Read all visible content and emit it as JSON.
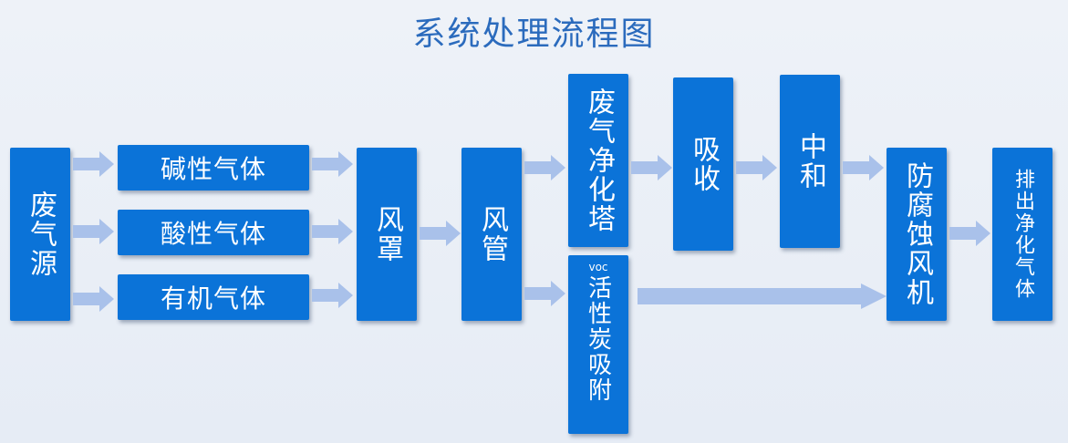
{
  "title": "系统处理流程图",
  "colors": {
    "box": "#0b73d8",
    "arrow": "#a9c1ea",
    "title": "#2b6bbd",
    "background": "#e9eef6"
  },
  "nodes": {
    "source": "废气源",
    "alkaline": "碱性气体",
    "acidic": "酸性气体",
    "organic": "有机气体",
    "hood": "风罩",
    "duct": "风管",
    "tower": "废气净化塔",
    "absorb": "吸收",
    "neutralize": "中和",
    "voc_prefix": "voc",
    "voc_carbon": "活性炭吸附",
    "fan": "防腐蚀风机",
    "output": "排出净化气体"
  }
}
